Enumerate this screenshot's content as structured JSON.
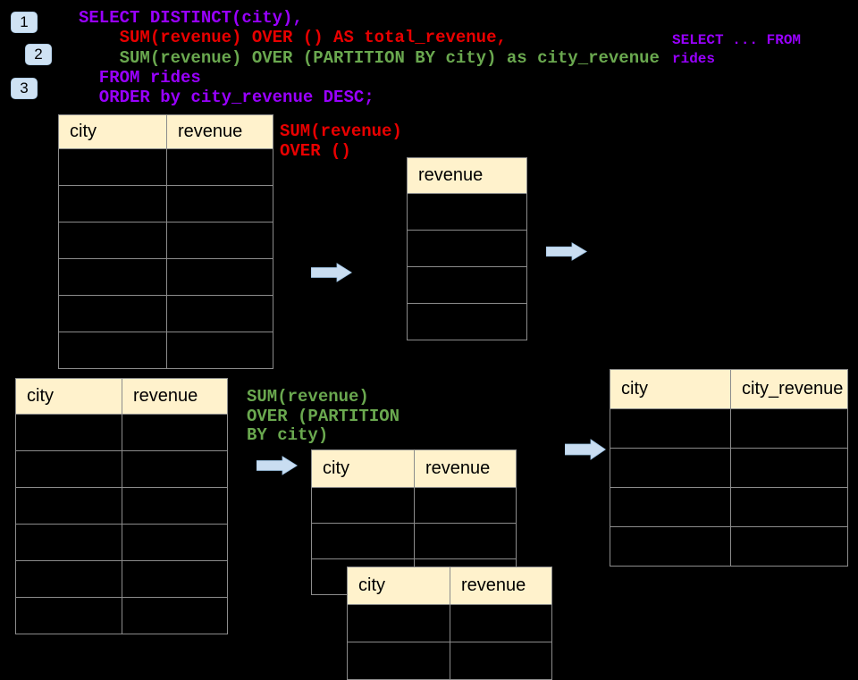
{
  "colors": {
    "purple": "#9900ff",
    "red": "#e80000",
    "green": "#6aa84f",
    "table_header_bg": "#fff2cc",
    "badge_bg": "#cfe2f3",
    "arrow_fill": "#c9ddf1",
    "border": "#8c8c8c",
    "background": "#000000"
  },
  "badges": [
    {
      "label": "1"
    },
    {
      "label": "2"
    },
    {
      "label": "3"
    }
  ],
  "sql_code": {
    "lines": [
      {
        "text": "SELECT DISTINCT(city),",
        "color": "purple"
      },
      {
        "text": "    SUM(revenue) OVER () AS total_revenue,",
        "color": "red"
      },
      {
        "text": "    SUM(revenue) OVER (PARTITION BY city) as city_revenue",
        "color": "green"
      },
      {
        "text": "  FROM rides",
        "color": "purple"
      },
      {
        "text": "  ORDER by city_revenue DESC;",
        "color": "purple"
      }
    ]
  },
  "side_code": {
    "color": "purple",
    "lines": [
      "SELECT ... FROM",
      "rides"
    ]
  },
  "labels": {
    "total": {
      "color": "red",
      "lines": [
        "SUM(revenue)",
        "OVER ()"
      ]
    },
    "partition": {
      "color": "green",
      "lines": [
        "SUM(revenue)",
        "OVER (PARTITION",
        "BY city)"
      ]
    }
  },
  "tables": [
    {
      "columns": [
        "city",
        "revenue"
      ],
      "rows": 6
    },
    {
      "columns": [
        "revenue"
      ],
      "rows": 4
    },
    {
      "columns": [
        "city",
        "revenue"
      ],
      "rows": 6
    },
    {
      "columns": [
        "city",
        "revenue"
      ],
      "rows": 3
    },
    {
      "columns": [
        "city",
        "revenue"
      ],
      "rows": 2
    },
    {
      "columns": [
        "city",
        "city_revenue"
      ],
      "rows": 4
    }
  ]
}
